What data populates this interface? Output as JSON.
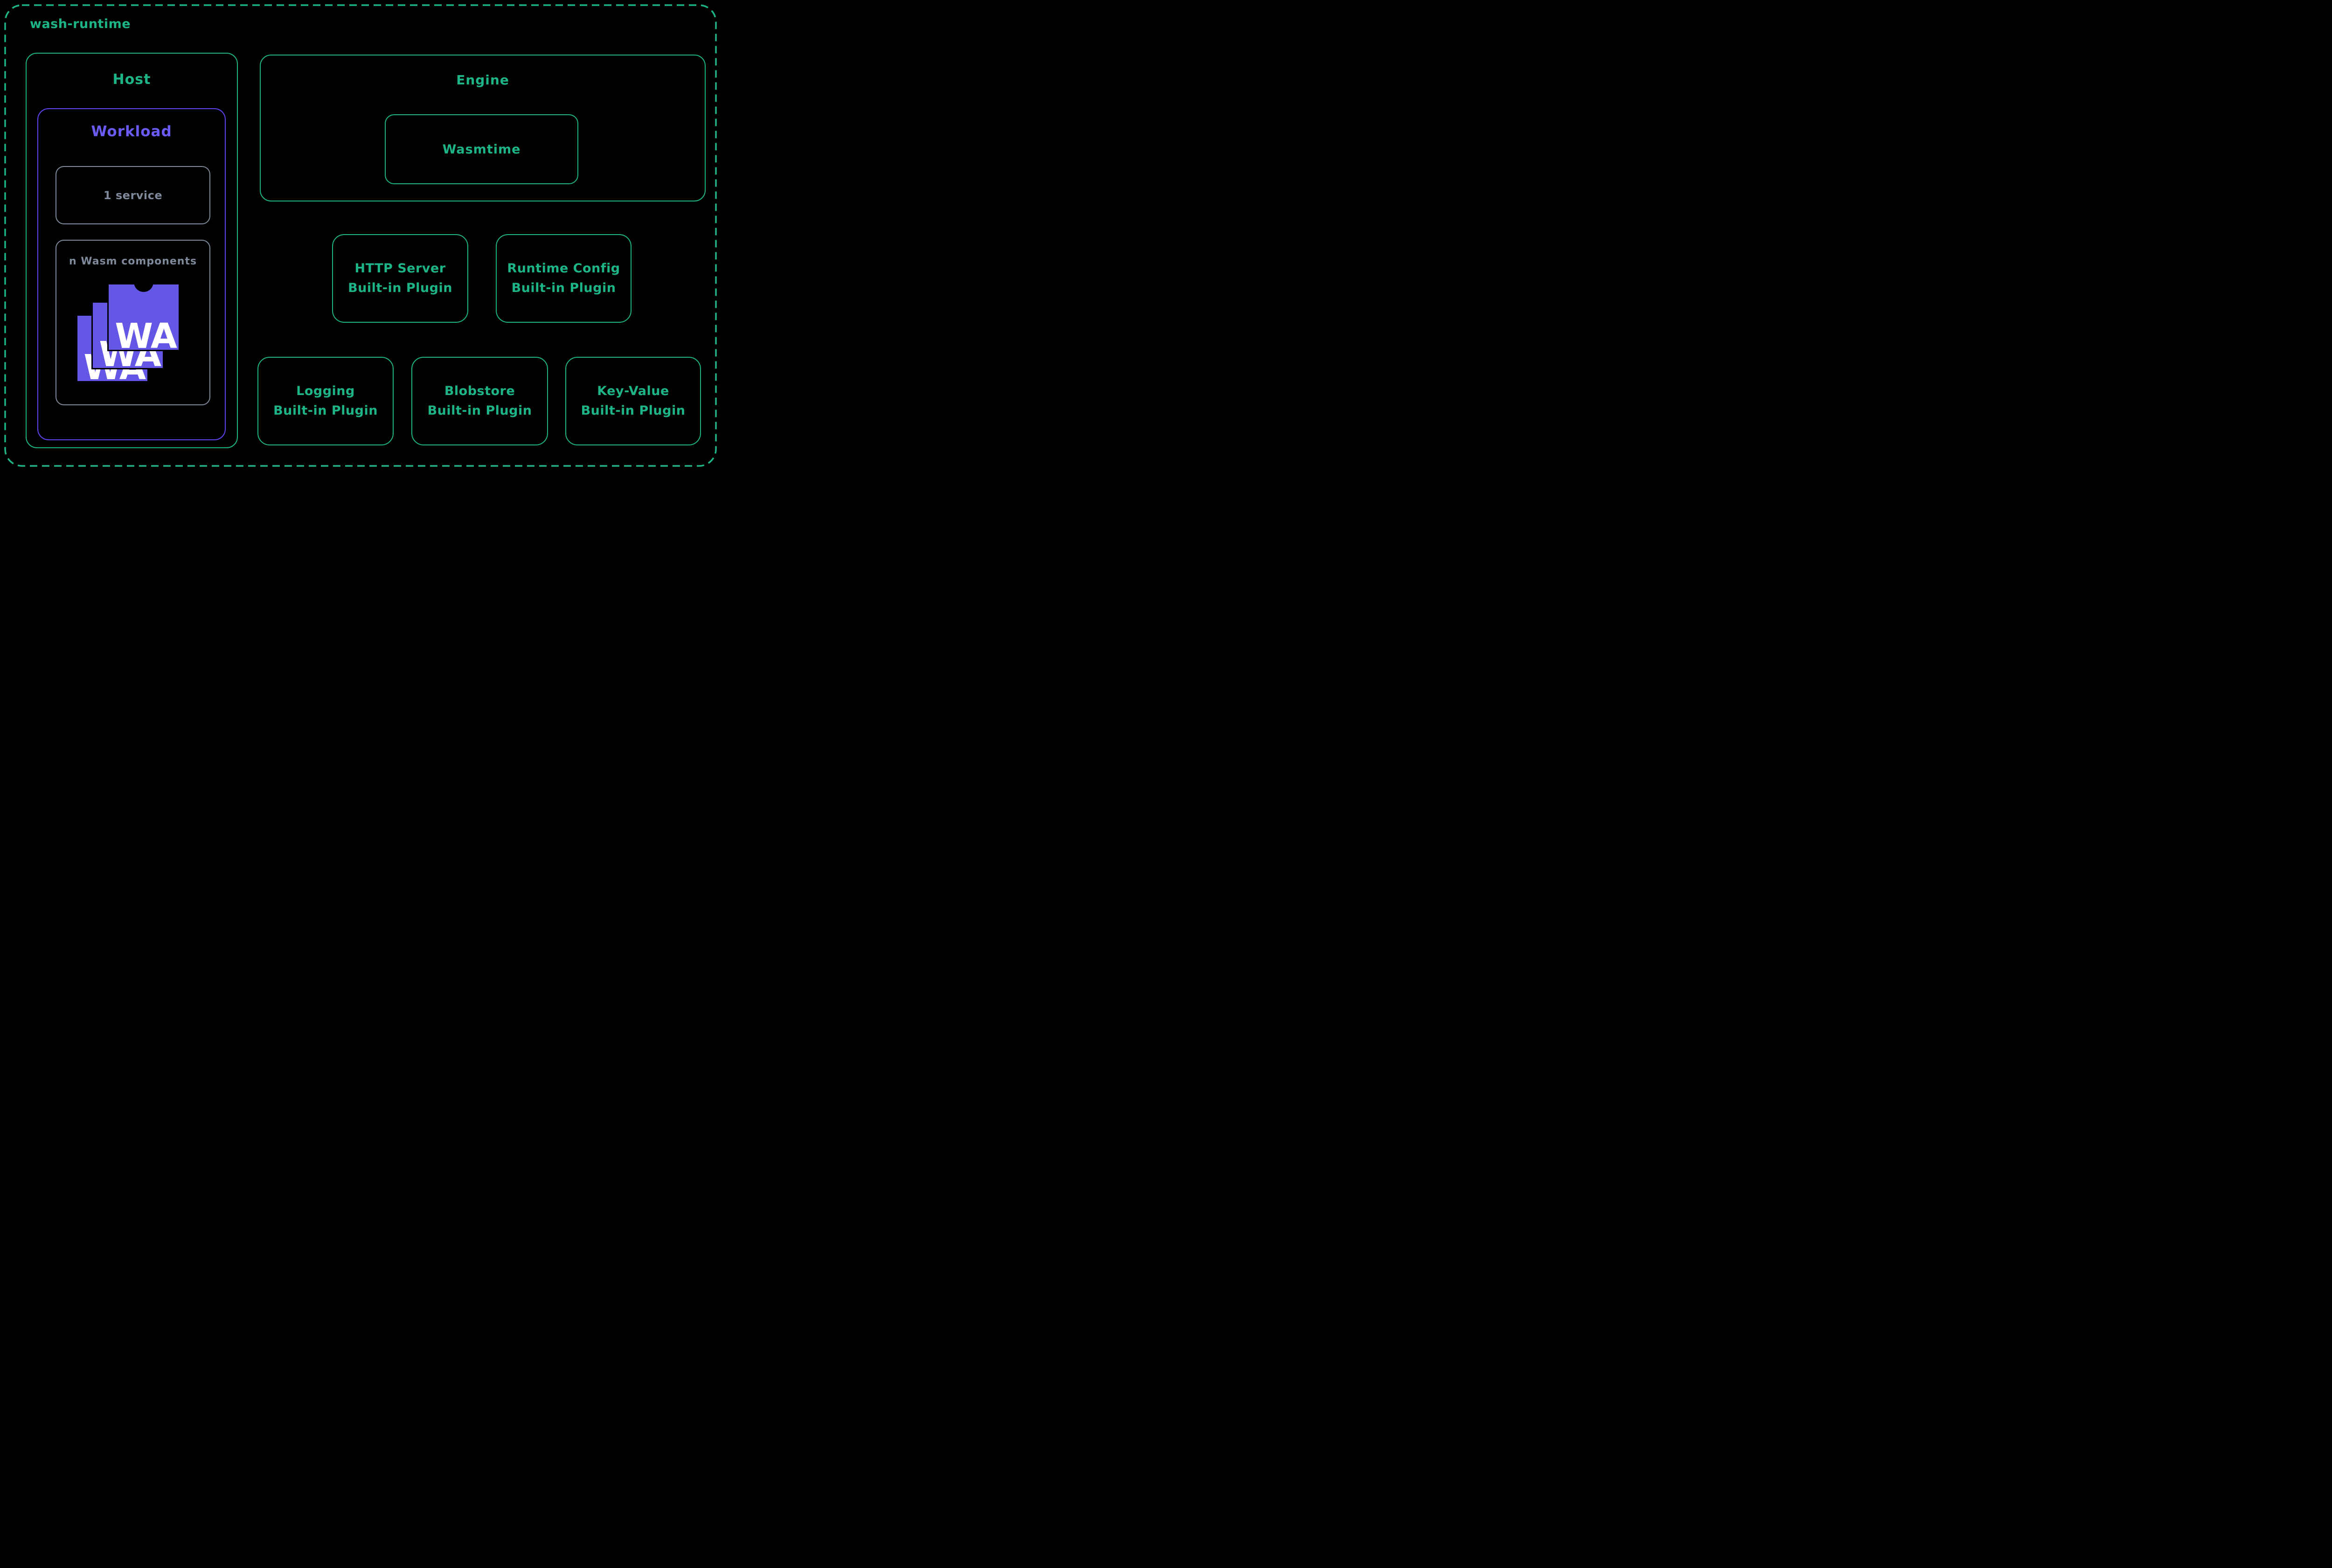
{
  "runtime": {
    "title": "wash-runtime"
  },
  "host": {
    "label": "Host",
    "workload": {
      "label": "Workload",
      "service": {
        "label": "1 service"
      },
      "components": {
        "label": "n Wasm components",
        "logo_text": "WA",
        "logo_count": 3
      }
    }
  },
  "engine": {
    "label": "Engine",
    "wasmtime": {
      "label": "Wasmtime"
    }
  },
  "plugins": [
    {
      "line1": "HTTP Server",
      "line2": "Built-in Plugin"
    },
    {
      "line1": "Runtime Config",
      "line2": "Built-in Plugin"
    },
    {
      "line1": "Logging",
      "line2": "Built-in Plugin"
    },
    {
      "line1": "Blobstore",
      "line2": "Built-in Plugin"
    },
    {
      "line1": "Key-Value",
      "line2": "Built-in Plugin"
    }
  ],
  "colors": {
    "background": "#000000",
    "accent_green": "#1db487",
    "workload_purple_border": "#5b45ee",
    "workload_purple_text": "#6a5cf2",
    "muted_gray": "#7e8a9c",
    "wasm_logo_purple": "#6557e6",
    "wasm_logo_text": "#ffffff"
  }
}
